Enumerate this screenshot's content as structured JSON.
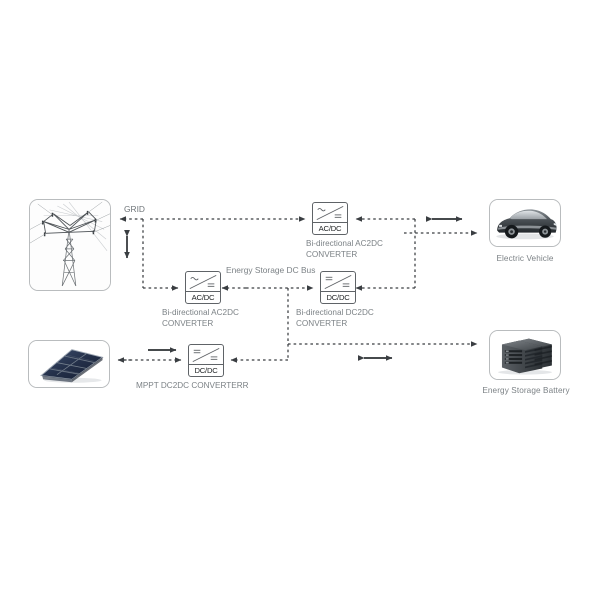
{
  "diagram": {
    "title": "Bi-directional energy conversion system single-line diagram",
    "background": "#ffffff",
    "line_color": "#3a3e42",
    "label_color": "#7c8286",
    "block_text_color": "#1d2022"
  },
  "labels": {
    "grid": "GRID",
    "dc_bus": "Energy Storage DC Bus"
  },
  "nodes": [
    {
      "id": "grid-tower",
      "caption": "",
      "icon": "transmission-tower-photo"
    },
    {
      "id": "electric-vehicle",
      "caption": "Electric Vehicle",
      "icon": "electric-car-photo"
    },
    {
      "id": "solar-array",
      "caption": "",
      "icon": "solar-panel-photo"
    },
    {
      "id": "energy-storage-battery",
      "caption": "Energy Storage Battery",
      "icon": "battery-rack-photo"
    }
  ],
  "converters": [
    {
      "id": "ev-acdc",
      "type": "AC/DC",
      "symbol_in": "~",
      "symbol_out": "=",
      "caption_line1": "Bi-directional AC2DC",
      "caption_line2": "CONVERTER"
    },
    {
      "id": "grid-acdc",
      "type": "AC/DC",
      "symbol_in": "~",
      "symbol_out": "=",
      "caption_line1": "Bi-directional AC2DC",
      "caption_line2": "CONVERTER"
    },
    {
      "id": "battery-dcdc",
      "type": "DC/DC",
      "symbol_in": "=",
      "symbol_out": "=",
      "caption_line1": "Bi-directional DC2DC",
      "caption_line2": "CONVERTER"
    },
    {
      "id": "mppt-dcdc",
      "type": "DC/DC",
      "symbol_in": "=",
      "symbol_out": "=",
      "caption_line1": "MPPT DC2DC CONVERTERR",
      "caption_line2": ""
    }
  ],
  "flows": [
    {
      "id": "grid-to-bus",
      "style": "dashed",
      "direction": "bidirectional"
    },
    {
      "id": "bus-to-ev-converter",
      "style": "dashed",
      "direction": "bidirectional"
    },
    {
      "id": "ev-converter-to-ev",
      "style": "dashed",
      "direction": "forward"
    },
    {
      "id": "dc-bus-main",
      "style": "dashed",
      "direction": "bidirectional"
    },
    {
      "id": "bus-to-battery",
      "style": "dashed",
      "direction": "forward"
    },
    {
      "id": "solar-to-mppt",
      "style": "dashed",
      "direction": "bidirectional"
    },
    {
      "id": "mppt-to-bus",
      "style": "dashed",
      "direction": "bidirectional"
    }
  ]
}
